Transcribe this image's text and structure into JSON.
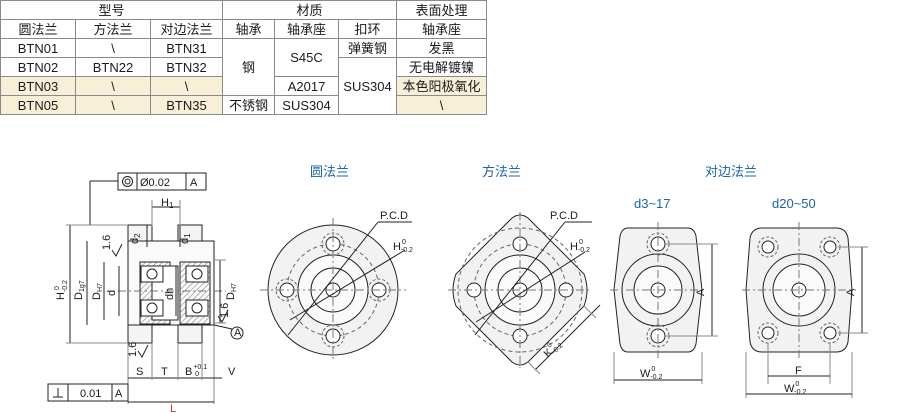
{
  "table": {
    "headers": {
      "model": "型号",
      "material": "材质",
      "surface": "表面处理",
      "round_flange": "圆法兰",
      "square_flange": "方法兰",
      "opposite_flange": "对边法兰",
      "bearing": "轴承",
      "bearing_seat": "轴承座",
      "snap_ring": "扣环",
      "surface_seat": "轴承座"
    },
    "rows": [
      {
        "round": "BTN01",
        "square": "\\",
        "opposite": "BTN31"
      },
      {
        "round": "BTN02",
        "square": "BTN22",
        "opposite": "BTN32"
      },
      {
        "round": "BTN03",
        "square": "\\",
        "opposite": "\\"
      },
      {
        "round": "BTN05",
        "square": "\\",
        "opposite": "BTN35"
      }
    ],
    "bearing_values": {
      "steel": "钢",
      "stainless": "不锈钢"
    },
    "seat_values": {
      "s45c": "S45C",
      "a2017": "A2017",
      "sus304": "SUS304"
    },
    "snap_values": {
      "spring_steel": "弹簧钢",
      "sus304": "SUS304"
    },
    "surface_values": {
      "black": "发黑",
      "nickel": "无电解镀镍",
      "anodize": "本色阳极氧化",
      "none": "\\"
    }
  },
  "drawing": {
    "side_view": {
      "concentricity": "Ø0.02",
      "datum_a": "A",
      "perpendicularity": "0.01",
      "perp_datum": "A",
      "h1": "H",
      "h1_sub": "1",
      "d1": "d",
      "d1_sub": "1",
      "d2": "d",
      "d2_sub": "2",
      "d": "d",
      "dh": "dh",
      "dh7_left": "D",
      "dh7_left_sub": "H7",
      "dh7_right": "D",
      "dh7_right_sub": "H7",
      "dg7": "D",
      "dg7_sub": "1g7",
      "h_total": "H",
      "h_tol_top": "0",
      "h_tol_bot": "-0.2",
      "roughness_a": "1.6",
      "roughness_b": "1.6",
      "roughness_c": "1.6",
      "datum_circle": "A",
      "s": "S",
      "t": "T",
      "b": "B",
      "b_tol_top": "+0.1",
      "b_tol_bot": "0",
      "v": "V",
      "l": "L"
    },
    "round_view": {
      "title": "圆法兰",
      "pcd": "P.C.D",
      "h": "H",
      "h_tol_top": "0",
      "h_tol_bot": "-0.2"
    },
    "square_view": {
      "title": "方法兰",
      "pcd": "P.C.D",
      "h": "H",
      "h_tol_top": "0",
      "h_tol_bot": "-0.2",
      "k": "K",
      "k_tol_top": "0",
      "k_tol_bot": "-0.2"
    },
    "opposite_view": {
      "title": "对边法兰",
      "small": {
        "subtitle": "d3~17",
        "a": "A",
        "w": "W",
        "w_tol_top": "0",
        "w_tol_bot": "-0.2"
      },
      "large": {
        "subtitle": "d20~50",
        "a": "A",
        "f": "F",
        "w": "W",
        "w_tol_top": "0",
        "w_tol_bot": "-0.2"
      }
    }
  }
}
